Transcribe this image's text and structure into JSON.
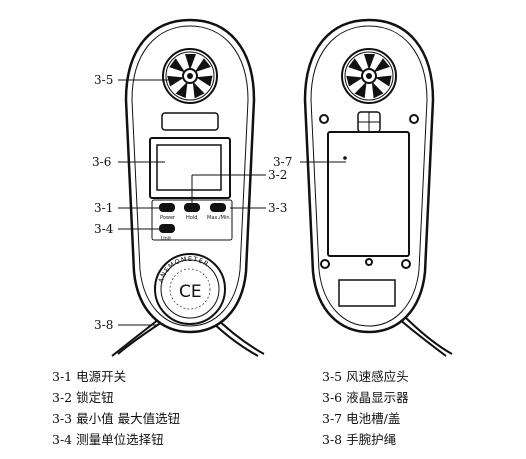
{
  "callouts": {
    "c35": "3-5",
    "c36": "3-6",
    "c32": "3-2",
    "c31": "3-1",
    "c33": "3-3",
    "c34": "3-4",
    "c38": "3-8",
    "c37": "3-7"
  },
  "device": {
    "power_key": "Power",
    "hold_key": "Hold",
    "maxmin_key": "Max./Min.",
    "unit_key": "Unit",
    "ring_text": "ANEMOMETER",
    "ce_mark": "CE"
  },
  "legend": {
    "left": [
      "3-1 电源开关",
      "3-2 锁定钮",
      "3-3 最小值 最大值选钮",
      "3-4 测量单位选择钮"
    ],
    "right": [
      "3-5 风速感应头",
      "3-6 液晶显示器",
      "3-7 电池槽/盖",
      "3-8 手腕护绳"
    ]
  }
}
